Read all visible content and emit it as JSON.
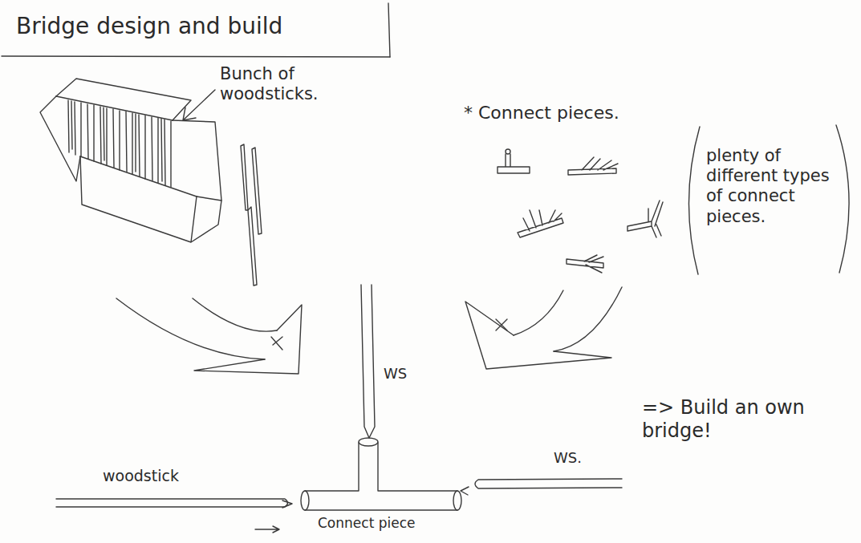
{
  "diagram": {
    "title": "Bridge design and build",
    "labels": [
      "Bunch of woodsticks.",
      "* Connect pieces.",
      "plenty of different types of connect pieces.",
      "WS",
      "WS.",
      "woodstick",
      "Connect piece",
      "=> Build an own bridge!"
    ]
  }
}
